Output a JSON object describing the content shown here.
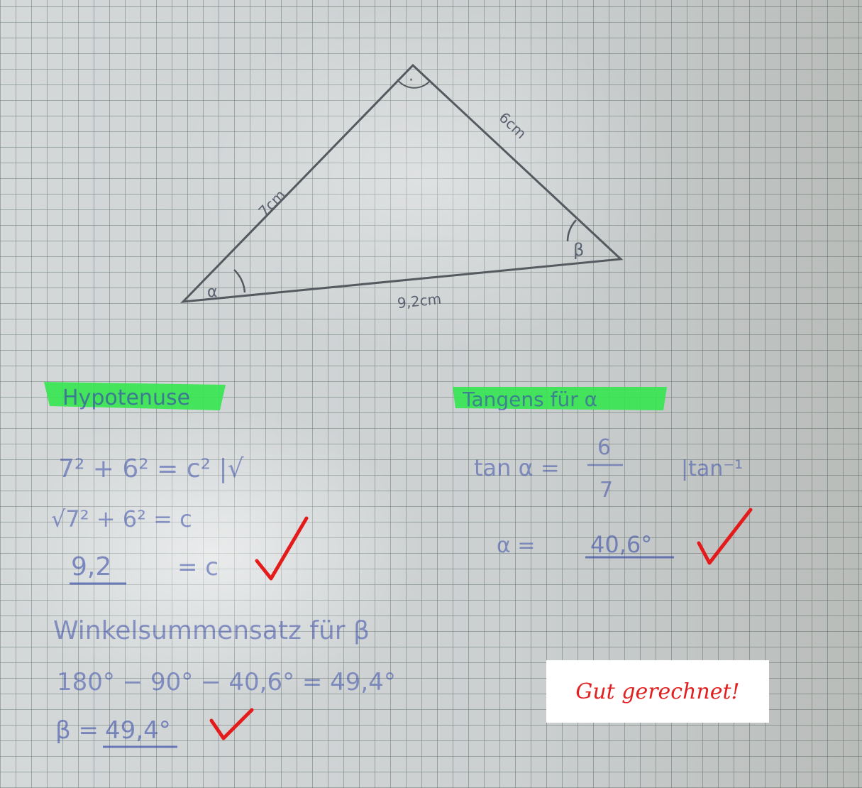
{
  "triangle": {
    "side_left": "7cm",
    "side_right": "6cm",
    "side_bottom": "9,2cm",
    "angle_alpha": "α",
    "angle_beta": "β",
    "right_angle_mark": "·"
  },
  "hypotenuse": {
    "heading": "Hypotenuse",
    "line1": "7² + 6² = c²  |√",
    "line2": "√7² + 6² = c",
    "line3_value": "9,2",
    "line3_rest": "= c"
  },
  "tangens": {
    "heading": "Tangens für α",
    "line1_lhs": "tan α =",
    "numerator": "6",
    "denominator": "7",
    "line1_rhs": "|tan⁻¹",
    "line2_lhs": "α =",
    "line2_value": "40,6°"
  },
  "winkelsumme": {
    "heading": "Winkelsummensatz für β",
    "line1": "180° − 90° − 40,6° = 49,4°",
    "line2_lhs": "β =",
    "line2_value": "49,4°"
  },
  "feedback": {
    "note": "Gut gerechnet!",
    "check_color": "#e31b1b",
    "highlight_color": "#37e552"
  }
}
